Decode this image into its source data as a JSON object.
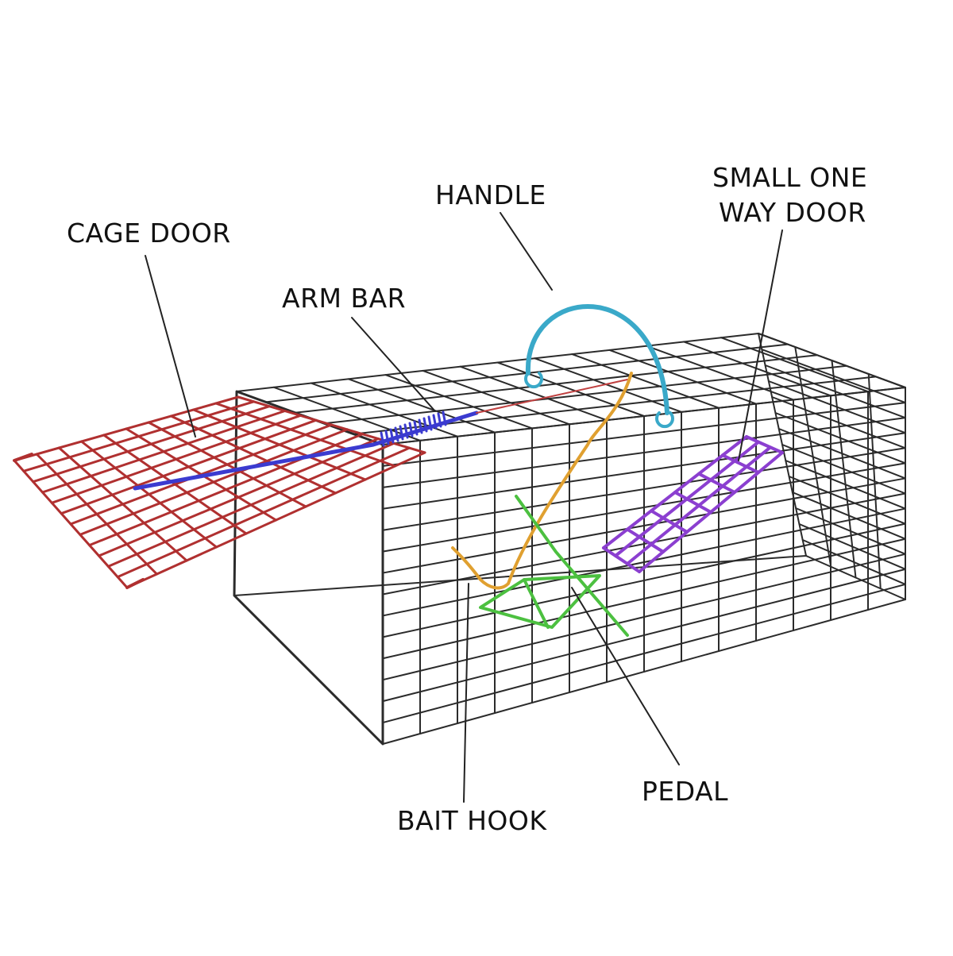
{
  "labels": {
    "cage_door": "CAGE DOOR",
    "arm_bar": "ARM BAR",
    "handle": "HANDLE",
    "small_one_way_door_line1": "SMALL ONE",
    "small_one_way_door_line2": "WAY DOOR",
    "pedal": "PEDAL",
    "bait_hook": "BAIT HOOK"
  },
  "colors": {
    "cage_wire": "#2b2b2b",
    "cage_door": "#b03030",
    "arm_bar": "#3b3bd0",
    "handle": "#3aa9c9",
    "bait_hook": "#e0a030",
    "pedal": "#4cc040",
    "small_one_way_door": "#8b3fd0",
    "leader_line": "#222222"
  }
}
